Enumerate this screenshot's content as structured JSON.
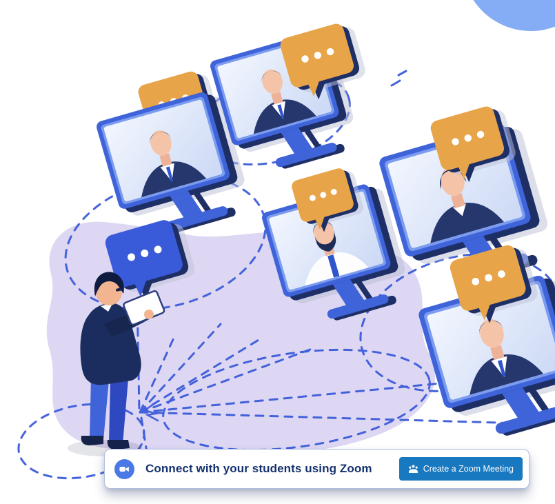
{
  "banner": {
    "message": "Connect with your students using Zoom",
    "button": {
      "label": "Create a Zoom Meeting",
      "icon": "meeting-people-icon"
    },
    "icon": "zoom-video-camera-icon"
  },
  "illustration": {
    "scene_icons": [
      "teacher-with-tablet-figure",
      "teacher-speech-bubble-icon",
      "student-monitor-icon",
      "student-speech-bubble-icon",
      "dashed-network-links",
      "corner-circle-decor"
    ],
    "monitor_count": 5,
    "bubble_dots": "• • •"
  },
  "colors": {
    "monitor_blue": "#3f63d9",
    "monitor_bezel": "#7c9cf0",
    "dark_navy": "#1e2f66",
    "bubble_orange": "#e8a449",
    "bubble_blue": "#3a5bd9",
    "dashed_line_blue": "#3a5bd9",
    "blob_lavender": "#ddd7f3",
    "corner_circle_blue": "#85adf5",
    "button_blue": "#1878c0",
    "message_navy": "#14316e",
    "card_border": "#aebfe2",
    "skin": "#f5c3a8",
    "hair_navy": "#1e2c58"
  }
}
